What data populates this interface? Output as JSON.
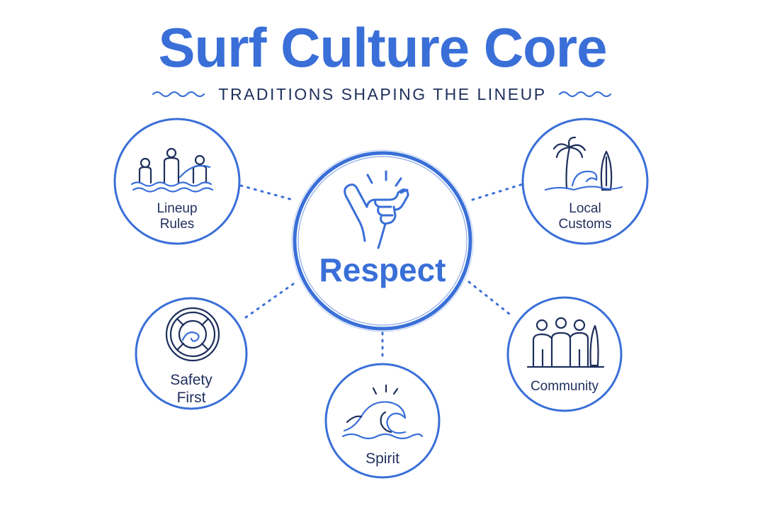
{
  "colors": {
    "brand": "#3a6fd8",
    "navy": "#1e2f5c",
    "line": "#3a6fd8"
  },
  "header": {
    "title": "Surf Culture Core",
    "subtitle": "TRADITIONS SHAPING THE LINEUP"
  },
  "center": {
    "label": "Respect",
    "icon": "shaka-hand-icon"
  },
  "nodes": [
    {
      "key": "lineup-rules",
      "label": "Lineup\nRules",
      "icon": "surfers-lineup-icon"
    },
    {
      "key": "local-customs",
      "label": "Local\nCustoms",
      "icon": "palm-wave-surfboard-icon"
    },
    {
      "key": "safety-first",
      "label": "Safety\nFirst",
      "icon": "life-ring-icon"
    },
    {
      "key": "spirit",
      "label": "Spirit",
      "icon": "wave-icon"
    },
    {
      "key": "community",
      "label": "Community",
      "icon": "group-surfboard-icon"
    }
  ]
}
